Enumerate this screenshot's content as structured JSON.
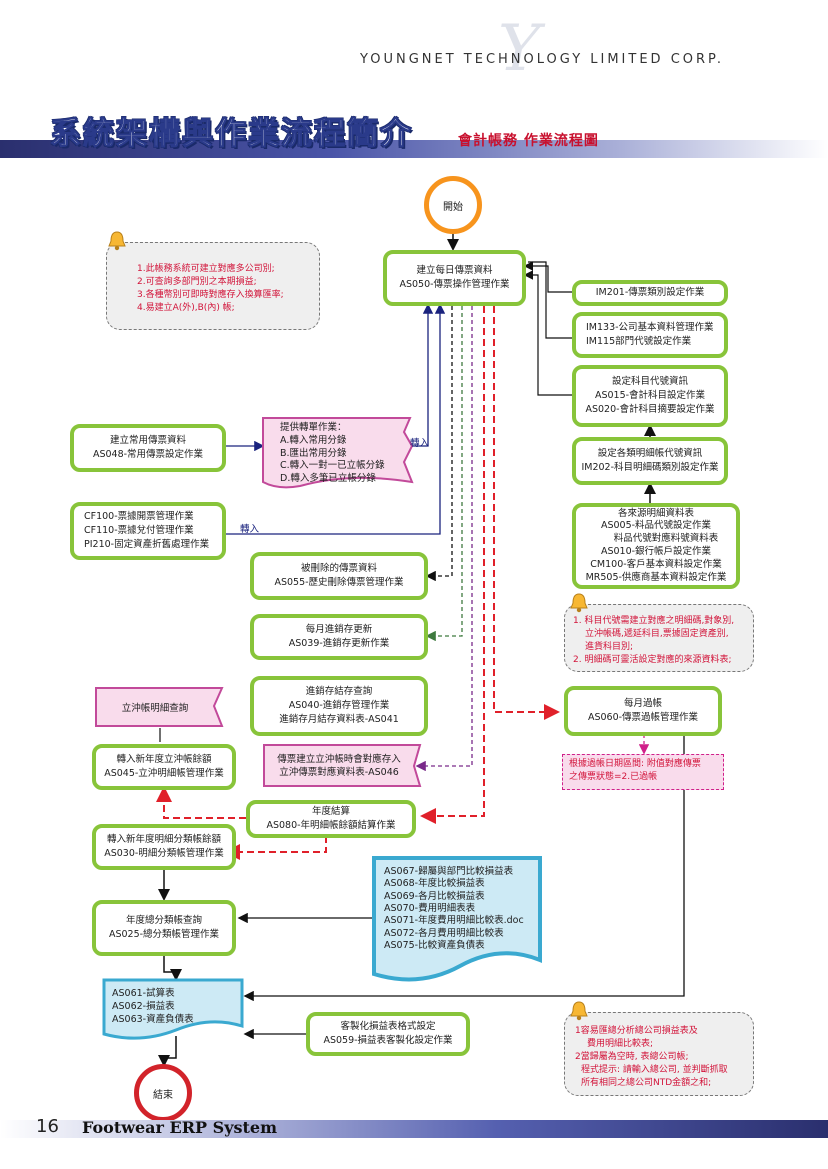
{
  "header": {
    "company": "YOUNGNET TECHNOLOGY LIMITED CORP.",
    "logo_letter": "Y",
    "main_title": "系統架構與作業流程簡介",
    "sub_title": "會計帳務  作業流程圖"
  },
  "colors": {
    "box_border": "#88c43a",
    "start": "#f7941d",
    "end": "#d2232a",
    "flow_solid": "#1a237e",
    "flow_red": "#e0202a",
    "flow_green": "#3f7a3f",
    "flow_purple": "#7a2a8a",
    "doc_fill": "#cdeaf5",
    "doc_border": "#3aa9d0"
  },
  "flow": {
    "start": "開始",
    "end": "結束",
    "as050": {
      "line1": "建立每日傳票資料",
      "line2": "AS050-傳票操作管理作業"
    },
    "im201": "IM201-傳票類別設定作業",
    "im133": {
      "line1": "IM133-公司基本資料管理作業",
      "line2": "IM115部門代號設定作業"
    },
    "as015": {
      "line1": "設定科目代號資訊",
      "line2": "AS015-會計科目設定作業",
      "line3": "AS020-會計科目摘要設定作業"
    },
    "im202": {
      "line1": "設定各類明細帳代號資訊",
      "line2": "IM202-科目明細碼類別設定作業"
    },
    "sources": {
      "title": "各來源明細資料表",
      "lines": [
        "AS005-料品代號設定作業",
        "料品代號對應料號資料表",
        "AS010-銀行帳戶設定作業",
        "CM100-客戶基本資料設定作業",
        "MR505-供應商基本資料設定作業"
      ]
    },
    "as048": {
      "line1": "建立常用傳票資料",
      "line2": "AS048-常用傳票設定作業"
    },
    "transfer": {
      "title": "提供轉單作業：",
      "lines": [
        "A.轉入常用分錄",
        "B.匯出常用分錄",
        "C.轉入一對一已立帳分錄",
        "D.轉入多筆已立帳分錄"
      ]
    },
    "transfer_in_1": "轉入",
    "transfer_in_2": "轉入",
    "cf100": {
      "lines": [
        "CF100-票據開票管理作業",
        "CF110-票據兌付管理作業",
        "PI210-固定資產折舊處理作業"
      ]
    },
    "as055": {
      "line1": "被刪除的傳票資料",
      "line2": "AS055-歷史刪除傳票管理作業"
    },
    "as039": {
      "line1": "每月進銷存更新",
      "line2": "AS039-進銷存更新作業"
    },
    "as040": {
      "line1": "進銷存結存查詢",
      "line2": "AS040-進銷存管理作業",
      "line3": "進銷存月結存資料表-AS041"
    },
    "settle_query": "立沖帳明細查詢",
    "as045": {
      "line1": "轉入新年度立沖帳餘額",
      "line2": "AS045-立沖明細帳管理作業"
    },
    "as046": {
      "line1": "傳票建立立沖帳時會對應存入",
      "line2": "立沖傳票對應資料表-AS046"
    },
    "as060": {
      "line1": "每月過帳",
      "line2": "AS060-傳票過帳管理作業"
    },
    "posting_note": {
      "line1": "根據過帳日期區間: 附值對應傳票",
      "line2": "之傳票狀態=2.已過帳"
    },
    "as080": {
      "line1": "年度結算",
      "line2": "AS080-年明細帳餘額結算作業"
    },
    "as030": {
      "line1": "轉入新年度明細分類帳餘額",
      "line2": "AS030-明細分類帳管理作業"
    },
    "as025": {
      "line1": "年度總分類帳查詢",
      "line2": "AS025-總分類帳管理作業"
    },
    "reports": {
      "lines": [
        "AS067-歸屬與部門比較損益表",
        "AS068-年度比較損益表",
        "AS069-各月比較損益表",
        "AS070-費用明細表表",
        "AS071-年度費用明細比較表.doc",
        "AS072-各月費用明細比較表",
        "AS075-比較資產負債表"
      ]
    },
    "final_reports": {
      "lines": [
        "AS061-試算表",
        "AS062-損益表",
        "AS063-資產負債表"
      ]
    },
    "as059": {
      "line1": "客製化損益表格式設定",
      "line2": "AS059-損益表客製化設定作業"
    }
  },
  "notes": {
    "note1": [
      "1.此帳務系統可建立對應多公司別;",
      "2.可查詢多部門別之本期損益;",
      "3.各種幣別可即時對應存入換算匯率;",
      "4.易建立A(外),B(內) 帳;"
    ],
    "note2": [
      "1. 科目代號需建立對應之明細碼,對象別,",
      "立沖帳碼,遞延科目,票據固定資產別,",
      "進貨科目別;",
      "2. 明細碼可靈活設定對應的來源資料表;"
    ],
    "note3": [
      "1容易匯總分析總公司損益表及",
      "費用明細比較表;",
      "2當歸屬為空時, 表總公司帳;",
      "程式提示: 請輸入總公司, 並判斷抓取",
      "所有相同之總公司NTD金額之和;"
    ]
  },
  "footer": {
    "page": "16",
    "system": "Footwear ERP System"
  }
}
